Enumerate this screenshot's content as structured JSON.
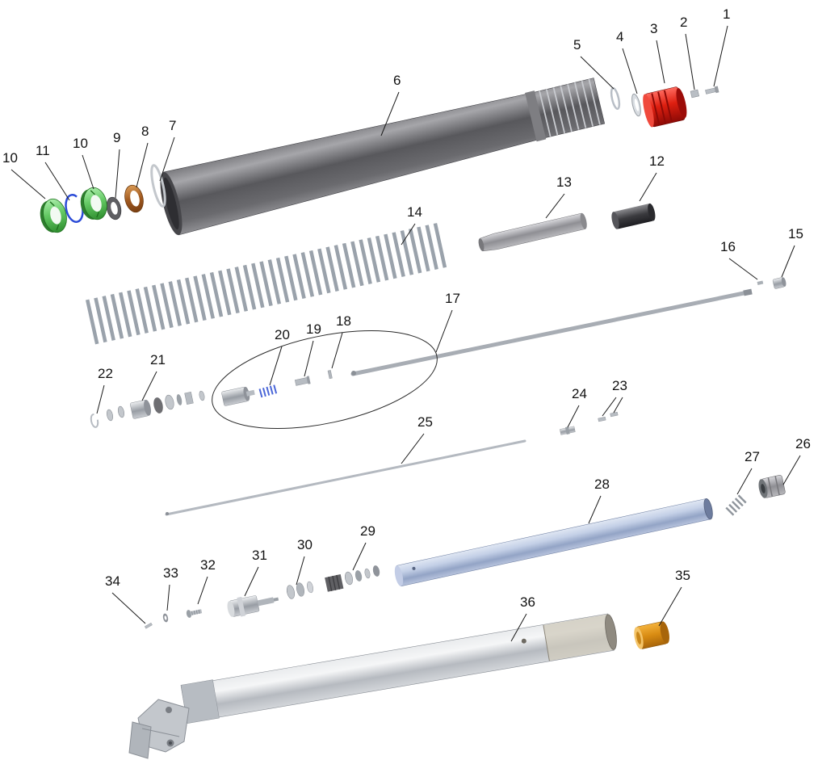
{
  "diagram": {
    "kind": "exploded-parts-diagram",
    "background": "#ffffff",
    "leader_color": "#1a1a1a",
    "part_colors": {
      "upper_tube": "#6e6e72",
      "cap_part3": "#cc1410",
      "seal_part10": "#7bd87b",
      "clip_part11": "#2b4bd7",
      "bushing_part8": "#a5622a",
      "bushing_part35": "#d88b12",
      "cartridge_part28": "#aabbdd",
      "slider_part36": "#c9ccd1"
    }
  },
  "labels": {
    "l1": "1",
    "l2": "2",
    "l3": "3",
    "l4": "4",
    "l5": "5",
    "l6": "6",
    "l7": "7",
    "l8": "8",
    "l9": "9",
    "l10a": "10",
    "l10b": "10",
    "l11": "11",
    "l12": "12",
    "l13": "13",
    "l14": "14",
    "l15": "15",
    "l16": "16",
    "l17": "17",
    "l18": "18",
    "l19": "19",
    "l20": "20",
    "l21": "21",
    "l22": "22",
    "l23": "23",
    "l24": "24",
    "l25": "25",
    "l26": "26",
    "l27": "27",
    "l28": "28",
    "l29": "29",
    "l30": "30",
    "l31": "31",
    "l32": "32",
    "l33": "33",
    "l34": "34",
    "l35": "35",
    "l36": "36"
  }
}
